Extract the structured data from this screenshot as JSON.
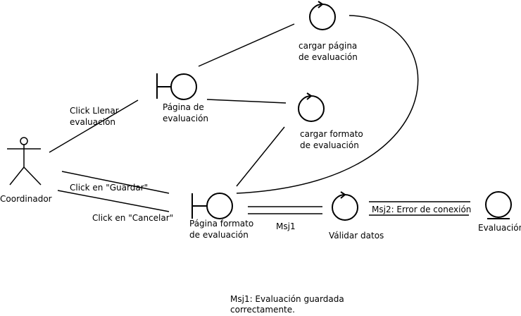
{
  "diagram": {
    "actor": {
      "label": "Coordinador"
    },
    "boundaries": [
      {
        "id": "pagina-evaluacion",
        "label_lines": [
          "Página de",
          "evaluación"
        ]
      },
      {
        "id": "pagina-formato",
        "label_lines": [
          "Página formato",
          "de evaluación"
        ]
      }
    ],
    "controls": [
      {
        "id": "cargar-pagina",
        "label_lines": [
          "cargar página",
          "de evaluación"
        ]
      },
      {
        "id": "cargar-formato",
        "label_lines": [
          "cargar formato",
          "de evaluación"
        ]
      },
      {
        "id": "validar-datos",
        "label_lines": [
          "Válidar datos"
        ]
      }
    ],
    "entities": [
      {
        "id": "evaluacion",
        "label": "Evaluación"
      }
    ],
    "messages": {
      "click_llenar": [
        "Click Llenar",
        "evaluación"
      ],
      "click_guardar": "Click en \"Guardar\"",
      "click_cancelar": "Click en \"Cancelar\"",
      "msj1": "Msj1",
      "msj2": "Msj2: Error de conexión"
    },
    "note_lines": [
      "Msj1: Evaluación guardada",
      "correctamente."
    ]
  }
}
